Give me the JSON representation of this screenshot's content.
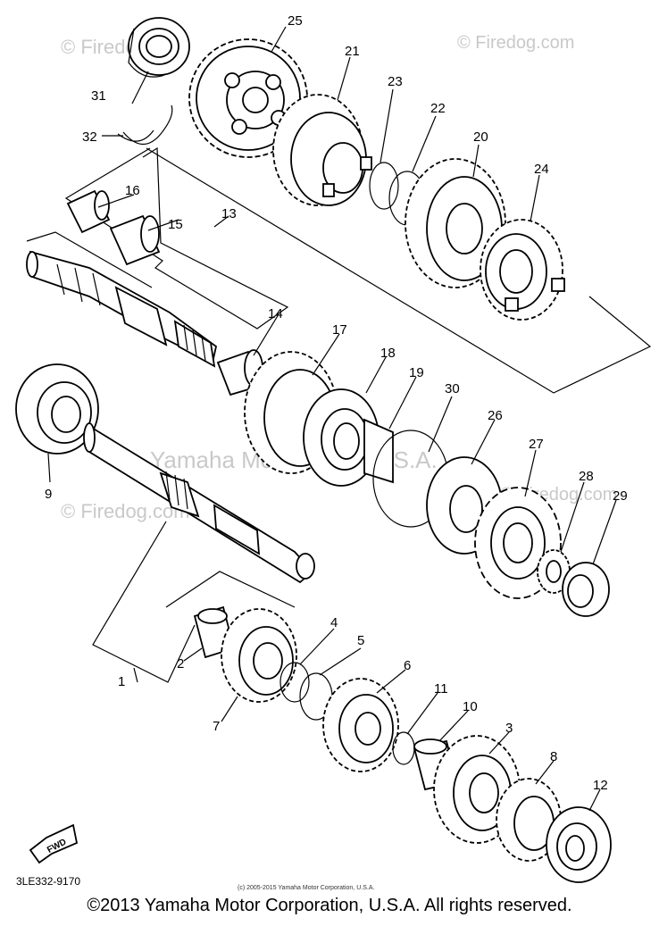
{
  "watermarks": {
    "top_left": "© Firedog.com",
    "top_right": "© Firedog.com",
    "middle_left": "© Firedog.com",
    "middle_right": "© Firedog.com",
    "center": "Yamaha Motor Corp, U.S.A."
  },
  "callouts": [
    "1",
    "2",
    "3",
    "4",
    "5",
    "6",
    "7",
    "8",
    "9",
    "10",
    "11",
    "12",
    "13",
    "14",
    "15",
    "16",
    "17",
    "18",
    "19",
    "20",
    "21",
    "22",
    "23",
    "24",
    "25",
    "26",
    "27",
    "28",
    "29",
    "30",
    "31",
    "32"
  ],
  "fwd_label": "FWD",
  "part_code": "3LE332-9170",
  "small_print": "(c) 2005-2015 Yamaha Motor Corporation, U.S.A.",
  "copyright": "©2013 Yamaha Motor Corporation, U.S.A. All rights reserved."
}
